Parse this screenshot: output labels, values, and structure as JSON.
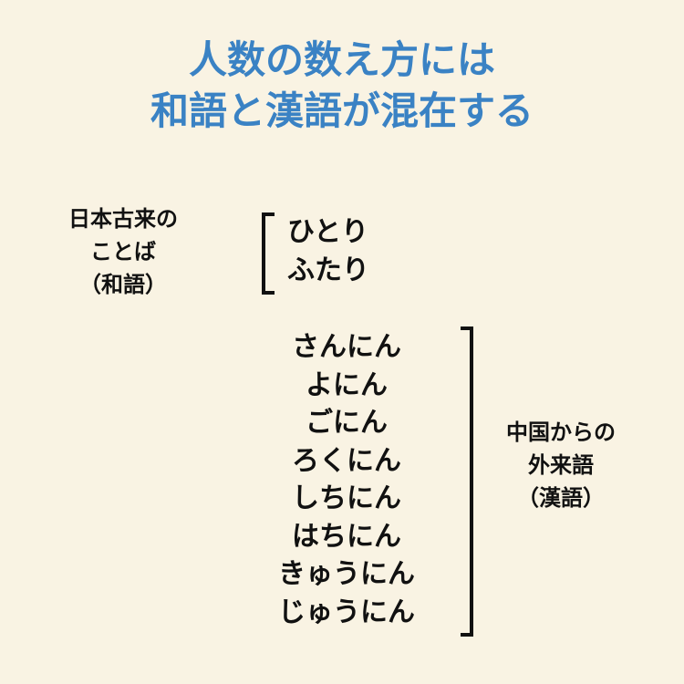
{
  "title": {
    "line1": "人数の数え方には",
    "line2": "和語と漢語が混在する",
    "color": "#3a82c4"
  },
  "wago": {
    "label_lines": [
      "日本古来の",
      "ことば",
      "（和語）"
    ],
    "items": [
      "ひとり",
      "ふたり"
    ]
  },
  "kango": {
    "label_lines": [
      "中国からの",
      "外来語",
      "（漢語）"
    ],
    "items": [
      "さんにん",
      "よにん",
      "ごにん",
      "ろくにん",
      "しちにん",
      "はちにん",
      "きゅうにん",
      "じゅうにん"
    ]
  },
  "background_color": "#f9f3e3"
}
